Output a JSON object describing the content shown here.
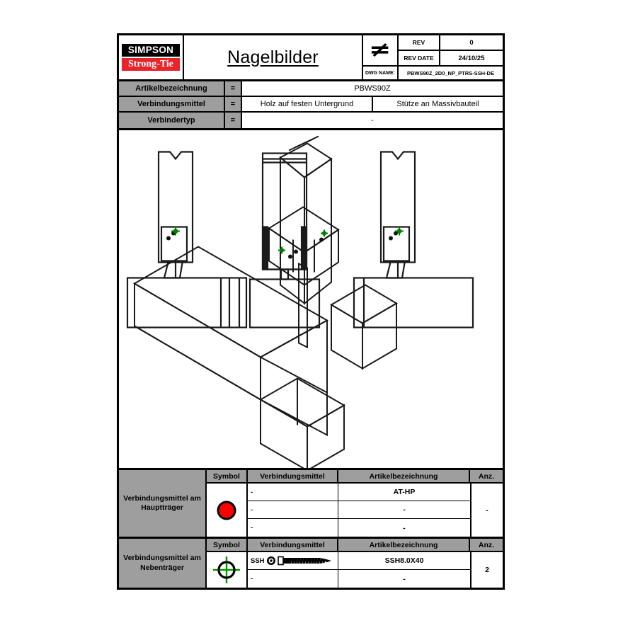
{
  "titleblock": {
    "logo_top": "SIMPSON",
    "logo_bottom": "Strong-Tie",
    "title": "Nagelbilder",
    "projection_symbol": "≠",
    "rev_label": "REV",
    "rev_value": "0",
    "rev_date_label": "REV DATE",
    "rev_date_value": "24/10/25",
    "dwg_name_label": "DWG NAME:",
    "dwg_name_value": "PBWS90Z_2D0_NP_PTRS-SSH-DE"
  },
  "specs": [
    {
      "label": "Artikelbezeichnung",
      "equals": "=",
      "value": "PBWS90Z",
      "value2": null
    },
    {
      "label": "Verbindungsmittel",
      "equals": "=",
      "value": "Holz auf festen Untergrund",
      "value2": "Stütze an Massivbauteil"
    },
    {
      "label": "Verbindertyp",
      "equals": "=",
      "value": "-",
      "value2": null
    }
  ],
  "tables": [
    {
      "name": "Verbindungsmittel am Hauptträger",
      "symbol": "red-filled-circle",
      "symbol_color": "#ff0000",
      "headers": {
        "symbol": "Symbol",
        "fastener": "Verbindungsmittel",
        "article": "Artikelbezeichnung",
        "count": "Anz."
      },
      "rows": [
        {
          "fastener": "-",
          "article": "AT-HP"
        },
        {
          "fastener": "-",
          "article": "-"
        },
        {
          "fastener": "-",
          "article": "-"
        }
      ],
      "count": "-"
    },
    {
      "name": "Verbindungsmittel am Nebenträger",
      "symbol": "green-crosshair-circle",
      "symbol_color": "#009900",
      "headers": {
        "symbol": "Symbol",
        "fastener": "Verbindungsmittel",
        "article": "Artikelbezeichnung",
        "count": "Anz."
      },
      "rows": [
        {
          "fastener": "SSH",
          "fastener_icon": "screw-icon",
          "article": "SSH8.0X40"
        },
        {
          "fastener": "-",
          "article": "-"
        }
      ],
      "count": "2"
    }
  ],
  "drawing": {
    "description": "Three orthographic views of a timber post on a beam with PBWS90Z post base connector, plus one isometric assembly view below",
    "views": [
      "side-view-left",
      "front-view-center",
      "side-view-right",
      "isometric-assembly-view"
    ],
    "fastener_marker_color": "#008000",
    "line_color": "#1a1a1a"
  }
}
